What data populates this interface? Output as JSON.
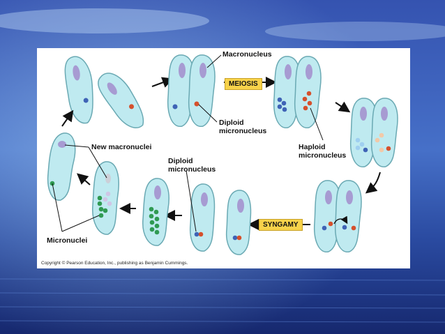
{
  "figure": {
    "labels": {
      "macronucleus": "Macronucleus",
      "meiosis": "MEIOSIS",
      "diploid_micronucleus_top": "Diploid\nmicronucleus",
      "haploid_micronucleus": "Haploid\nmicronucleus",
      "new_macronuclei": "New macronuclei",
      "diploid_micronucleus_bottom": "Diploid\nmicronucleus",
      "syngamy": "SYNGAMY",
      "micronuclei": "Micronuclei"
    },
    "copyright": "Copyright © Pearson Education, Inc., publishing as Benjamin Cummings."
  },
  "colors": {
    "background_top": "#3b56b4",
    "background_bottom": "#1a2d78",
    "cell_fill": "#bfeaf0",
    "cell_stroke": "#6aa9b3",
    "macronucleus": "#a79bd2",
    "micronucleus_blue": "#3f63b6",
    "micronucleus_red": "#d5502c",
    "micronucleus_green": "#2f9a52",
    "label_box": "#f7d24a"
  }
}
